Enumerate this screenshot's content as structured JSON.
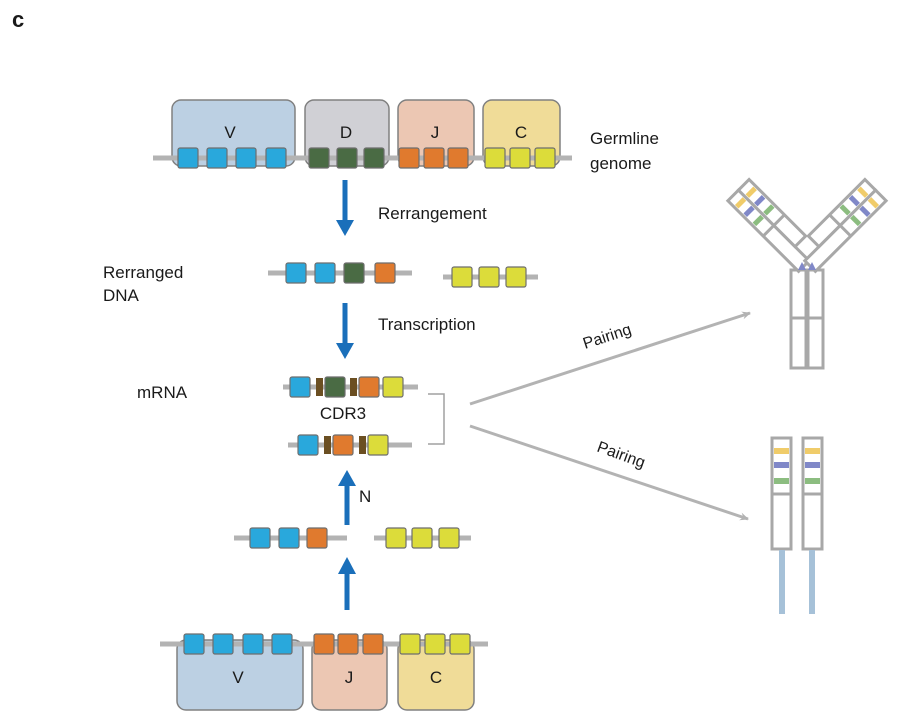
{
  "panel_label": "c",
  "colors": {
    "V_exon": "#29a8dc",
    "D_exon": "#4a6b44",
    "J_exon": "#e07a2e",
    "C_exon": "#dcdc3a",
    "V_region": "#bcd0e3",
    "D_region": "#d0d0d5",
    "J_region": "#ecc7b3",
    "C_region": "#f0dc98",
    "junction": "#6b4f22",
    "arrow_blue": "#1a6fba",
    "gray_line": "#b3b3b3",
    "cdr_yellow": "#f0cc6a",
    "cdr_blue": "#8088c8",
    "cdr_green": "#8cbd80",
    "tm_blue": "#a6c1d8"
  },
  "germline": {
    "label_line1": "Germline",
    "label_line2": "genome",
    "segments": [
      {
        "name": "V",
        "exons": 4
      },
      {
        "name": "D",
        "exons": 3
      },
      {
        "name": "J",
        "exons": 3
      },
      {
        "name": "C",
        "exons": 3
      }
    ]
  },
  "step_rearrangement": "Rerrangement",
  "rearranged": {
    "label_line1": "Rerranged",
    "label_line2": "DNA"
  },
  "step_transcription": "Transcription",
  "mrna": {
    "label": "mRNA",
    "cdr3_label": "CDR3"
  },
  "light_chain_step": "N",
  "light_germline": {
    "segments": [
      {
        "name": "V",
        "exons": 4
      },
      {
        "name": "J",
        "exons": 3
      },
      {
        "name": "C",
        "exons": 3
      }
    ]
  },
  "pairing_top": "Pairing",
  "pairing_bottom": "Pairing"
}
